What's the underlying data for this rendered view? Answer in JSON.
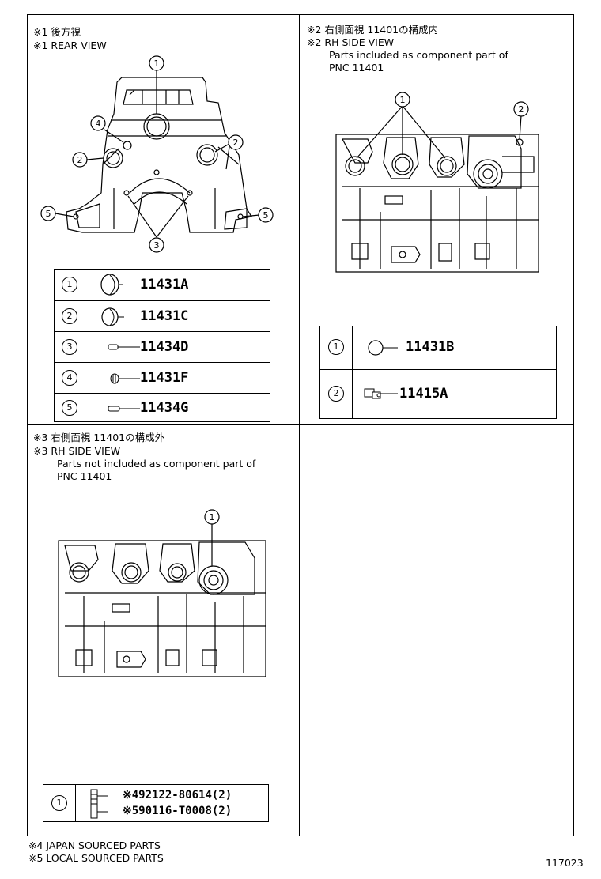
{
  "panel1": {
    "title_jp": "※1 後方視",
    "title_en": "※1 REAR VIEW",
    "callouts": [
      "1",
      "2",
      "2",
      "3",
      "4",
      "5",
      "5"
    ],
    "parts": [
      {
        "num": "1",
        "pno": "11431A"
      },
      {
        "num": "2",
        "pno": "11431C"
      },
      {
        "num": "3",
        "pno": "11434D"
      },
      {
        "num": "4",
        "pno": "11431F"
      },
      {
        "num": "5",
        "pno": "11434G"
      }
    ]
  },
  "panel2": {
    "title_jp": "※2 右側面視 11401の構成内",
    "title_en": "※2 RH SIDE VIEW",
    "note1": "Parts included as component part of",
    "note2": "PNC 11401",
    "callouts": [
      "1",
      "2"
    ],
    "parts": [
      {
        "num": "1",
        "pno": "11431B"
      },
      {
        "num": "2",
        "pno": "11415A"
      }
    ]
  },
  "panel3": {
    "title_jp": "※3 右側面視 11401の構成外",
    "title_en": "※3 RH SIDE VIEW",
    "note1": "Parts not included as component part of",
    "note2": "PNC 11401",
    "callouts": [
      "1"
    ],
    "parts": [
      {
        "num": "1",
        "pno1": "※492122-80614(2)",
        "pno2": "※590116-T0008(2)"
      }
    ]
  },
  "footer": {
    "note1": "※4 JAPAN SOURCED PARTS",
    "note2": "※5 LOCAL SOURCED PARTS",
    "ref": "117023"
  }
}
